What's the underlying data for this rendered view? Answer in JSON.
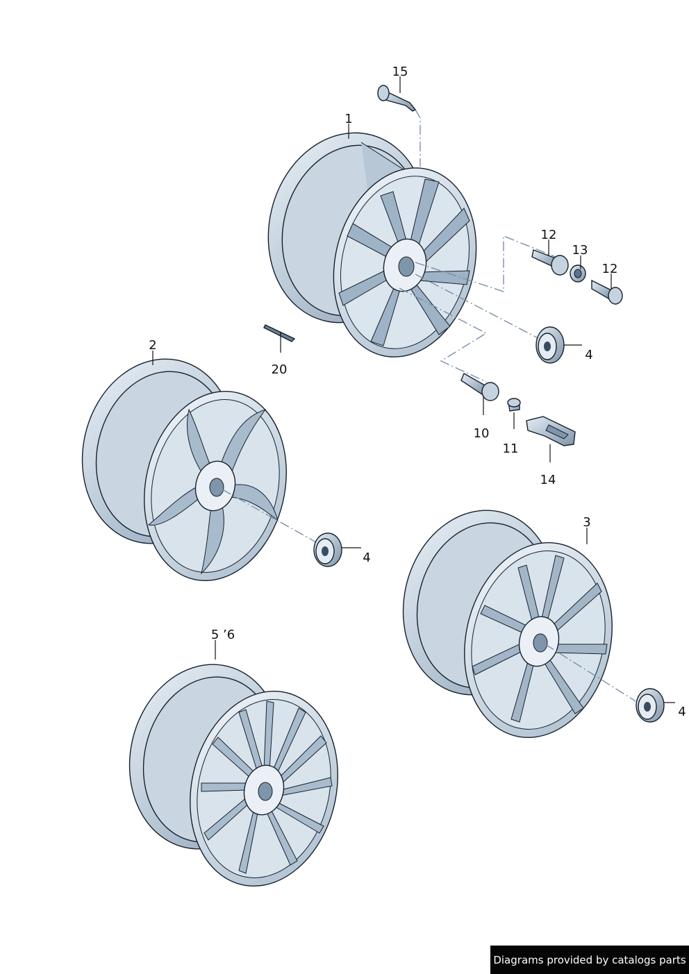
{
  "callouts": {
    "c15": "15",
    "c1": "1",
    "c12a": "12",
    "c13": "13",
    "c12b": "12",
    "c4a": "4",
    "c20": "20",
    "c10": "10",
    "c11": "11",
    "c14": "14",
    "c2": "2",
    "c4b": "4",
    "c3": "3",
    "c56": "5 ’6",
    "c4c": "4"
  },
  "footer": {
    "credit": "Diagrams provided by catalogs parts"
  }
}
